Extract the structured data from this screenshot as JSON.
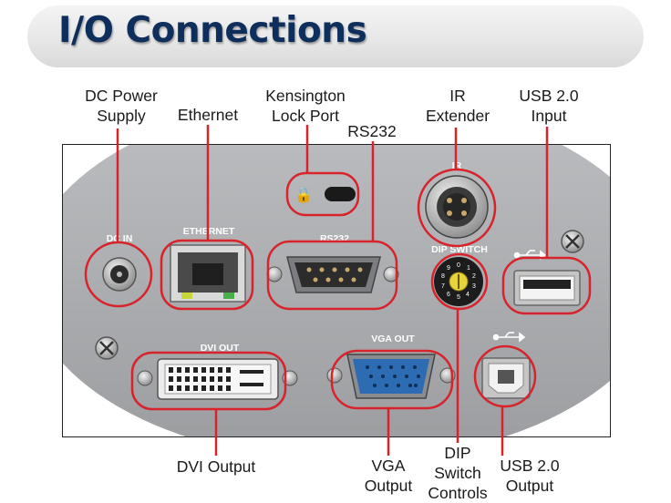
{
  "title": "I/O Connections",
  "callouts": {
    "dc_power": [
      "DC Power",
      "Supply"
    ],
    "ethernet": [
      "Ethernet"
    ],
    "kensington": [
      "Kensington",
      "Lock Port"
    ],
    "rs232": [
      "RS232"
    ],
    "ir": [
      "IR",
      "Extender"
    ],
    "usb_input": [
      "USB 2.0",
      "Input"
    ],
    "dvi": [
      "DVI Output"
    ],
    "vga": [
      "VGA",
      "Output"
    ],
    "dip": [
      "DIP",
      "Switch",
      "Controls"
    ],
    "usb_output": [
      "USB 2.0",
      "Output"
    ]
  },
  "panel_labels": {
    "dc_in": "DC IN",
    "ethernet": "ETHERNET",
    "rs232": "RS232",
    "ir": "IR",
    "dip_switch": "DIP SWITCH",
    "dvi_out": "DVI OUT",
    "vga_out": "VGA OUT",
    "dip_digits": [
      "0",
      "1",
      "2",
      "3",
      "4",
      "5",
      "6",
      "7",
      "8",
      "9"
    ]
  },
  "colors": {
    "highlight": "#d8232a",
    "panel_body": "#a7a9ac",
    "title_text": "#0e2f5c",
    "vga_port": "#2d6bb3",
    "dip_dial": "#e7d33b"
  }
}
